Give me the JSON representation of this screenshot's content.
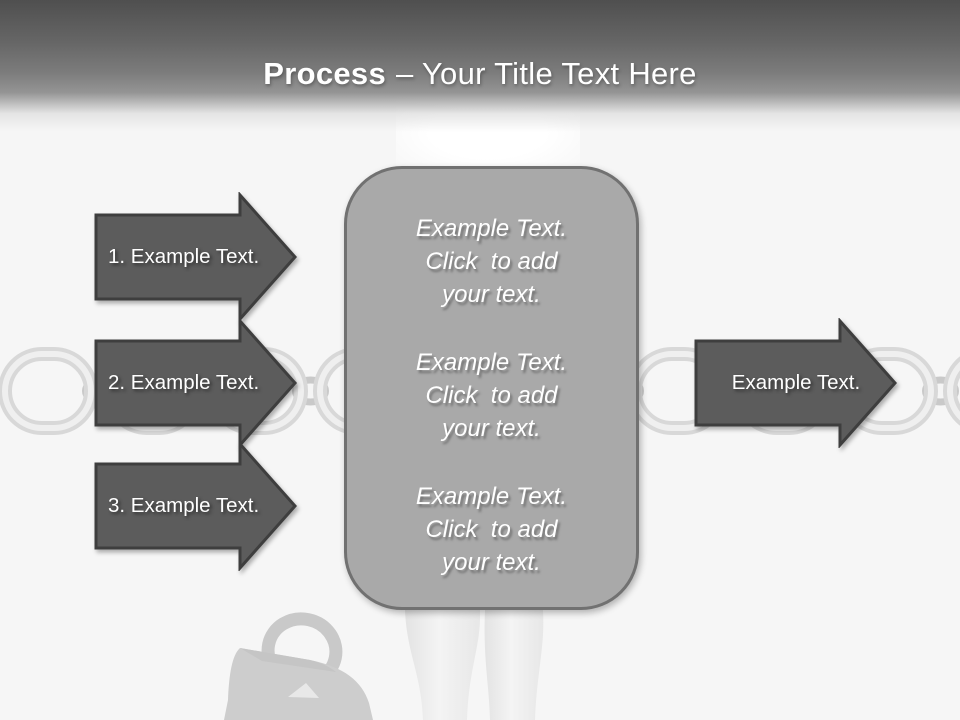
{
  "slide_title": {
    "bold": "Process",
    "rest": "– Your Title Text Here"
  },
  "left_arrows": [
    {
      "label": "1. Example Text."
    },
    {
      "label": "2. Example Text."
    },
    {
      "label": "3. Example Text."
    }
  ],
  "right_arrow": {
    "label": "Example Text."
  },
  "center_box": {
    "blocks": [
      {
        "line1": "Example Text.",
        "line2": "Click  to add",
        "line3": "your text."
      },
      {
        "line1": "Example Text.",
        "line2": "Click  to add",
        "line3": "your text."
      },
      {
        "line1": "Example Text.",
        "line2": "Click  to add",
        "line3": "your text."
      }
    ]
  },
  "colors": {
    "background": "#f6f6f6",
    "header_top": "#4f4f4f",
    "header_mid": "#949494",
    "arrow_fill": "#5c5c5c",
    "arrow_outline": "#3e3e3e",
    "box_fill": "#a9a9a9",
    "box_outline": "#717171",
    "chain": "#d8d8d8",
    "text": "#ffffff"
  }
}
